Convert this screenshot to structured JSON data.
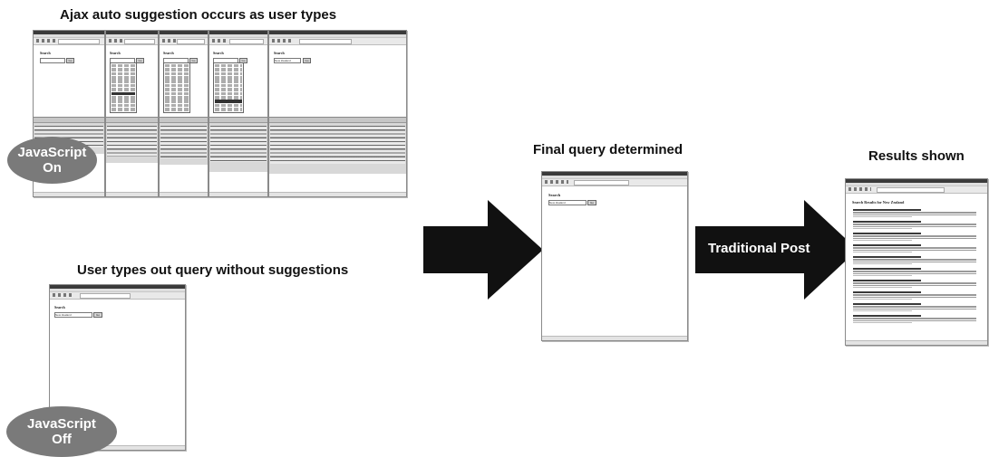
{
  "headings": {
    "ajax": "Ajax auto suggestion occurs as user types",
    "user_types": "User types out query without suggestions",
    "final_query": "Final query determined",
    "results": "Results shown"
  },
  "badges": {
    "js_on_line1": "JavaScript",
    "js_on_line2": "On",
    "js_off_line1": "JavaScript",
    "js_off_line2": "Off"
  },
  "arrow_label": "Traditional Post",
  "browser": {
    "search_label": "Search",
    "go_label": "Go",
    "query_value": "New Zealand",
    "results_title": "Search Results for New Zealand"
  },
  "colors": {
    "badge": "#7a7a7a",
    "arrow": "#111111",
    "window_title_bar": "#3a3a3a"
  }
}
